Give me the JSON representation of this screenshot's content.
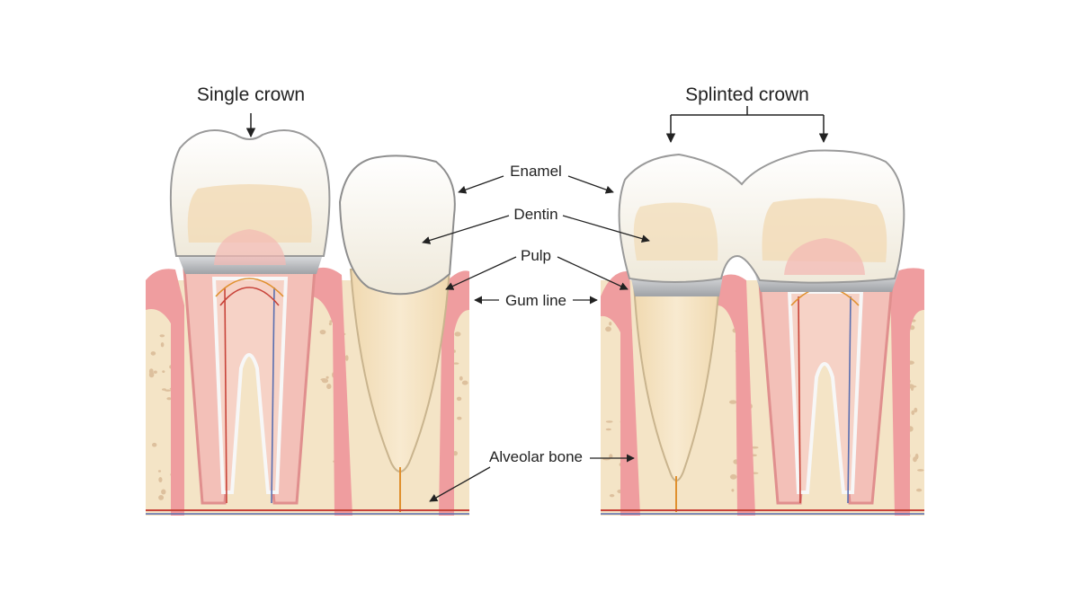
{
  "titles": {
    "single": "Single crown",
    "splinted": "Splinted crown"
  },
  "labels": {
    "enamel": "Enamel",
    "dentin": "Dentin",
    "pulp": "Pulp",
    "gum_line": "Gum line",
    "alveolar_bone": "Alveolar bone"
  },
  "colors": {
    "enamel": "#f6f3ea",
    "dentin": "#f2dcb8",
    "pulp": "#f3b9b4",
    "gum": "#ef9d9f",
    "bone": "#f4e4c6",
    "bone_spots": "#d8b894",
    "metal_collar": "#b9bbbf",
    "nerve": "#e0902e",
    "artery": "#c8443a",
    "vein": "#5a6fb0"
  }
}
